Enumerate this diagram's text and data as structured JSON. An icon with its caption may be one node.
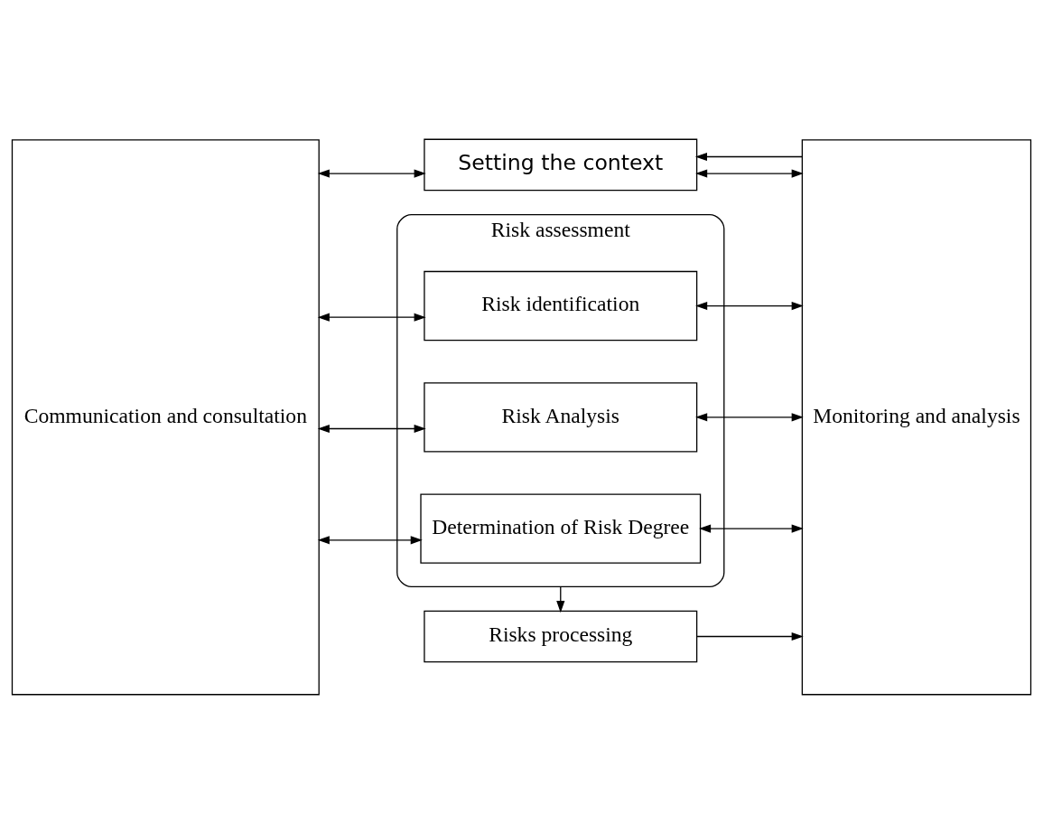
{
  "diagram": {
    "nodes": [
      {
        "text": [
          "Communication and consultation"
        ]
      },
      {
        "text": [
          "Setting the context"
        ]
      },
      {
        "text": [
          "Monitoring and analysis"
        ]
      },
      {
        "text": [
          "Risk assessment"
        ]
      },
      {
        "text": [
          "Risk identification"
        ],
        "in": 3
      },
      {
        "text": [
          "Risk Analysis"
        ],
        "in": 3
      },
      {
        "text": [
          "Determination of Risk Degree"
        ],
        "in": 3
      },
      {
        "text": [
          "Risks processing"
        ]
      }
    ],
    "edges": [
      {
        "from": 0,
        "to": 1,
        "arrow": "both"
      },
      {
        "from": 1,
        "to": 2,
        "arrow": "both"
      },
      {
        "from": 2,
        "to": 1,
        "arrow": "to"
      },
      {
        "from": 0,
        "to": 4,
        "arrow": "both"
      },
      {
        "from": 4,
        "to": 2,
        "arrow": "both"
      },
      {
        "from": 0,
        "to": 5,
        "arrow": "both"
      },
      {
        "from": 5,
        "to": 2,
        "arrow": "both"
      },
      {
        "from": 0,
        "to": 6,
        "arrow": "both"
      },
      {
        "from": 6,
        "to": 2,
        "arrow": "both"
      },
      {
        "from": 3,
        "to": 7,
        "arrow": "to"
      },
      {
        "from": 7,
        "to": 2,
        "arrow": "to"
      }
    ]
  }
}
